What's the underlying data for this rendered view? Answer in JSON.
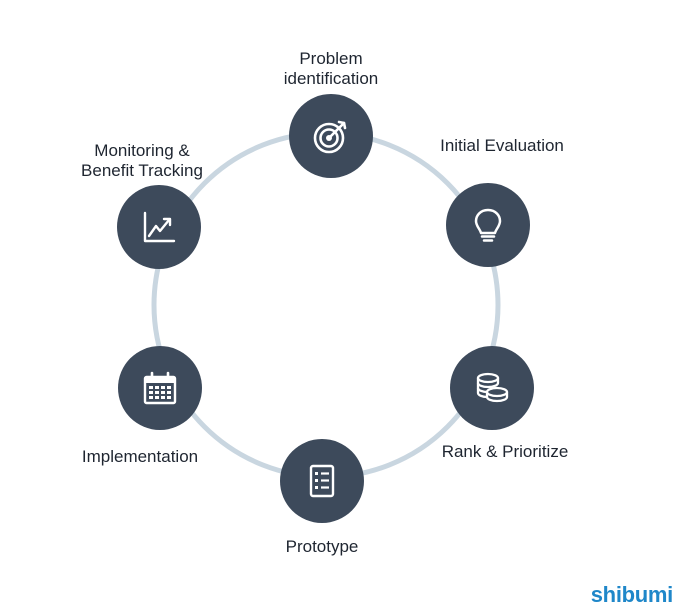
{
  "diagram": {
    "stages": [
      {
        "label": "Problem\nidentification",
        "icon": "target-icon"
      },
      {
        "label": "Initial Evaluation",
        "icon": "lightbulb-icon"
      },
      {
        "label": "Rank & Prioritize",
        "icon": "coins-icon"
      },
      {
        "label": "Prototype",
        "icon": "checklist-icon"
      },
      {
        "label": "Implementation",
        "icon": "calendar-icon"
      },
      {
        "label": "Monitoring &\nBenefit Tracking",
        "icon": "trend-chart-icon"
      }
    ],
    "colors": {
      "circle": "#3d4a5b",
      "ring": "#c9d6e0",
      "icon": "#ffffff",
      "text": "#1e2530"
    }
  },
  "brand": {
    "name": "shibumi",
    "color": "#1f87c9"
  }
}
